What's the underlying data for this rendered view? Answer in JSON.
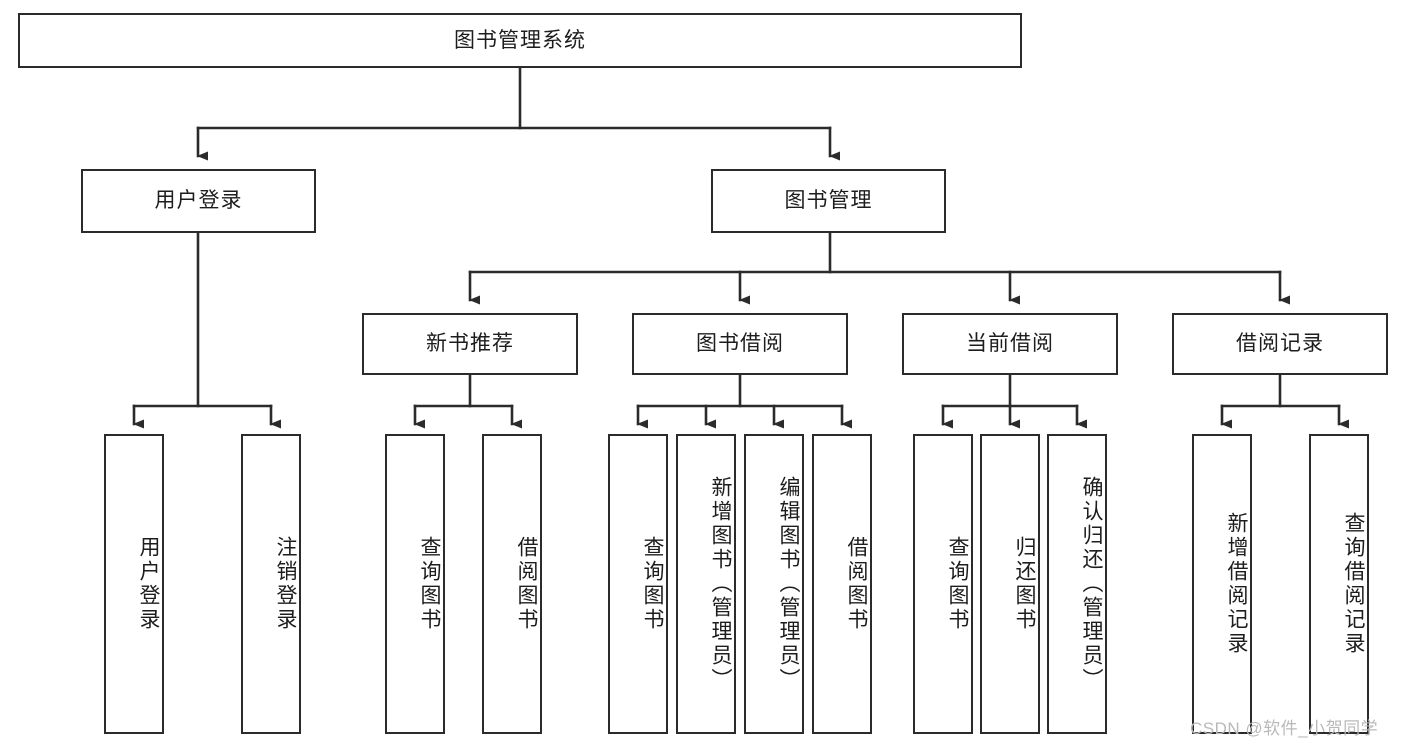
{
  "diagram": {
    "title": "图书管理系统",
    "type": "tree-hierarchy",
    "root": {
      "label": "图书管理系统"
    },
    "level2": [
      {
        "label": "用户登录"
      },
      {
        "label": "图书管理"
      }
    ],
    "level3": [
      {
        "label": "新书推荐"
      },
      {
        "label": "图书借阅"
      },
      {
        "label": "当前借阅"
      },
      {
        "label": "借阅记录"
      }
    ],
    "leaves": {
      "user_login": [
        {
          "label": "用户登录"
        },
        {
          "label": "注销登录"
        }
      ],
      "new_book_recommend": [
        {
          "label": "查询图书"
        },
        {
          "label": "借阅图书"
        }
      ],
      "book_borrow": [
        {
          "label": "查询图书"
        },
        {
          "label": "新增图书（管理员）"
        },
        {
          "label": "编辑图书（管理员）"
        },
        {
          "label": "借阅图书"
        }
      ],
      "current_borrow": [
        {
          "label": "查询图书"
        },
        {
          "label": "归还图书"
        },
        {
          "label": "确认归还（管理员）"
        }
      ],
      "borrow_records": [
        {
          "label": "新增借阅记录"
        },
        {
          "label": "查询借阅记录"
        }
      ]
    }
  },
  "watermark": {
    "text": "CSDN @软件_小贺同学"
  },
  "colors": {
    "border": "#2b2b2b",
    "background": "#ffffff",
    "text": "#1d1d1d",
    "watermark": "#b9b9b9"
  }
}
